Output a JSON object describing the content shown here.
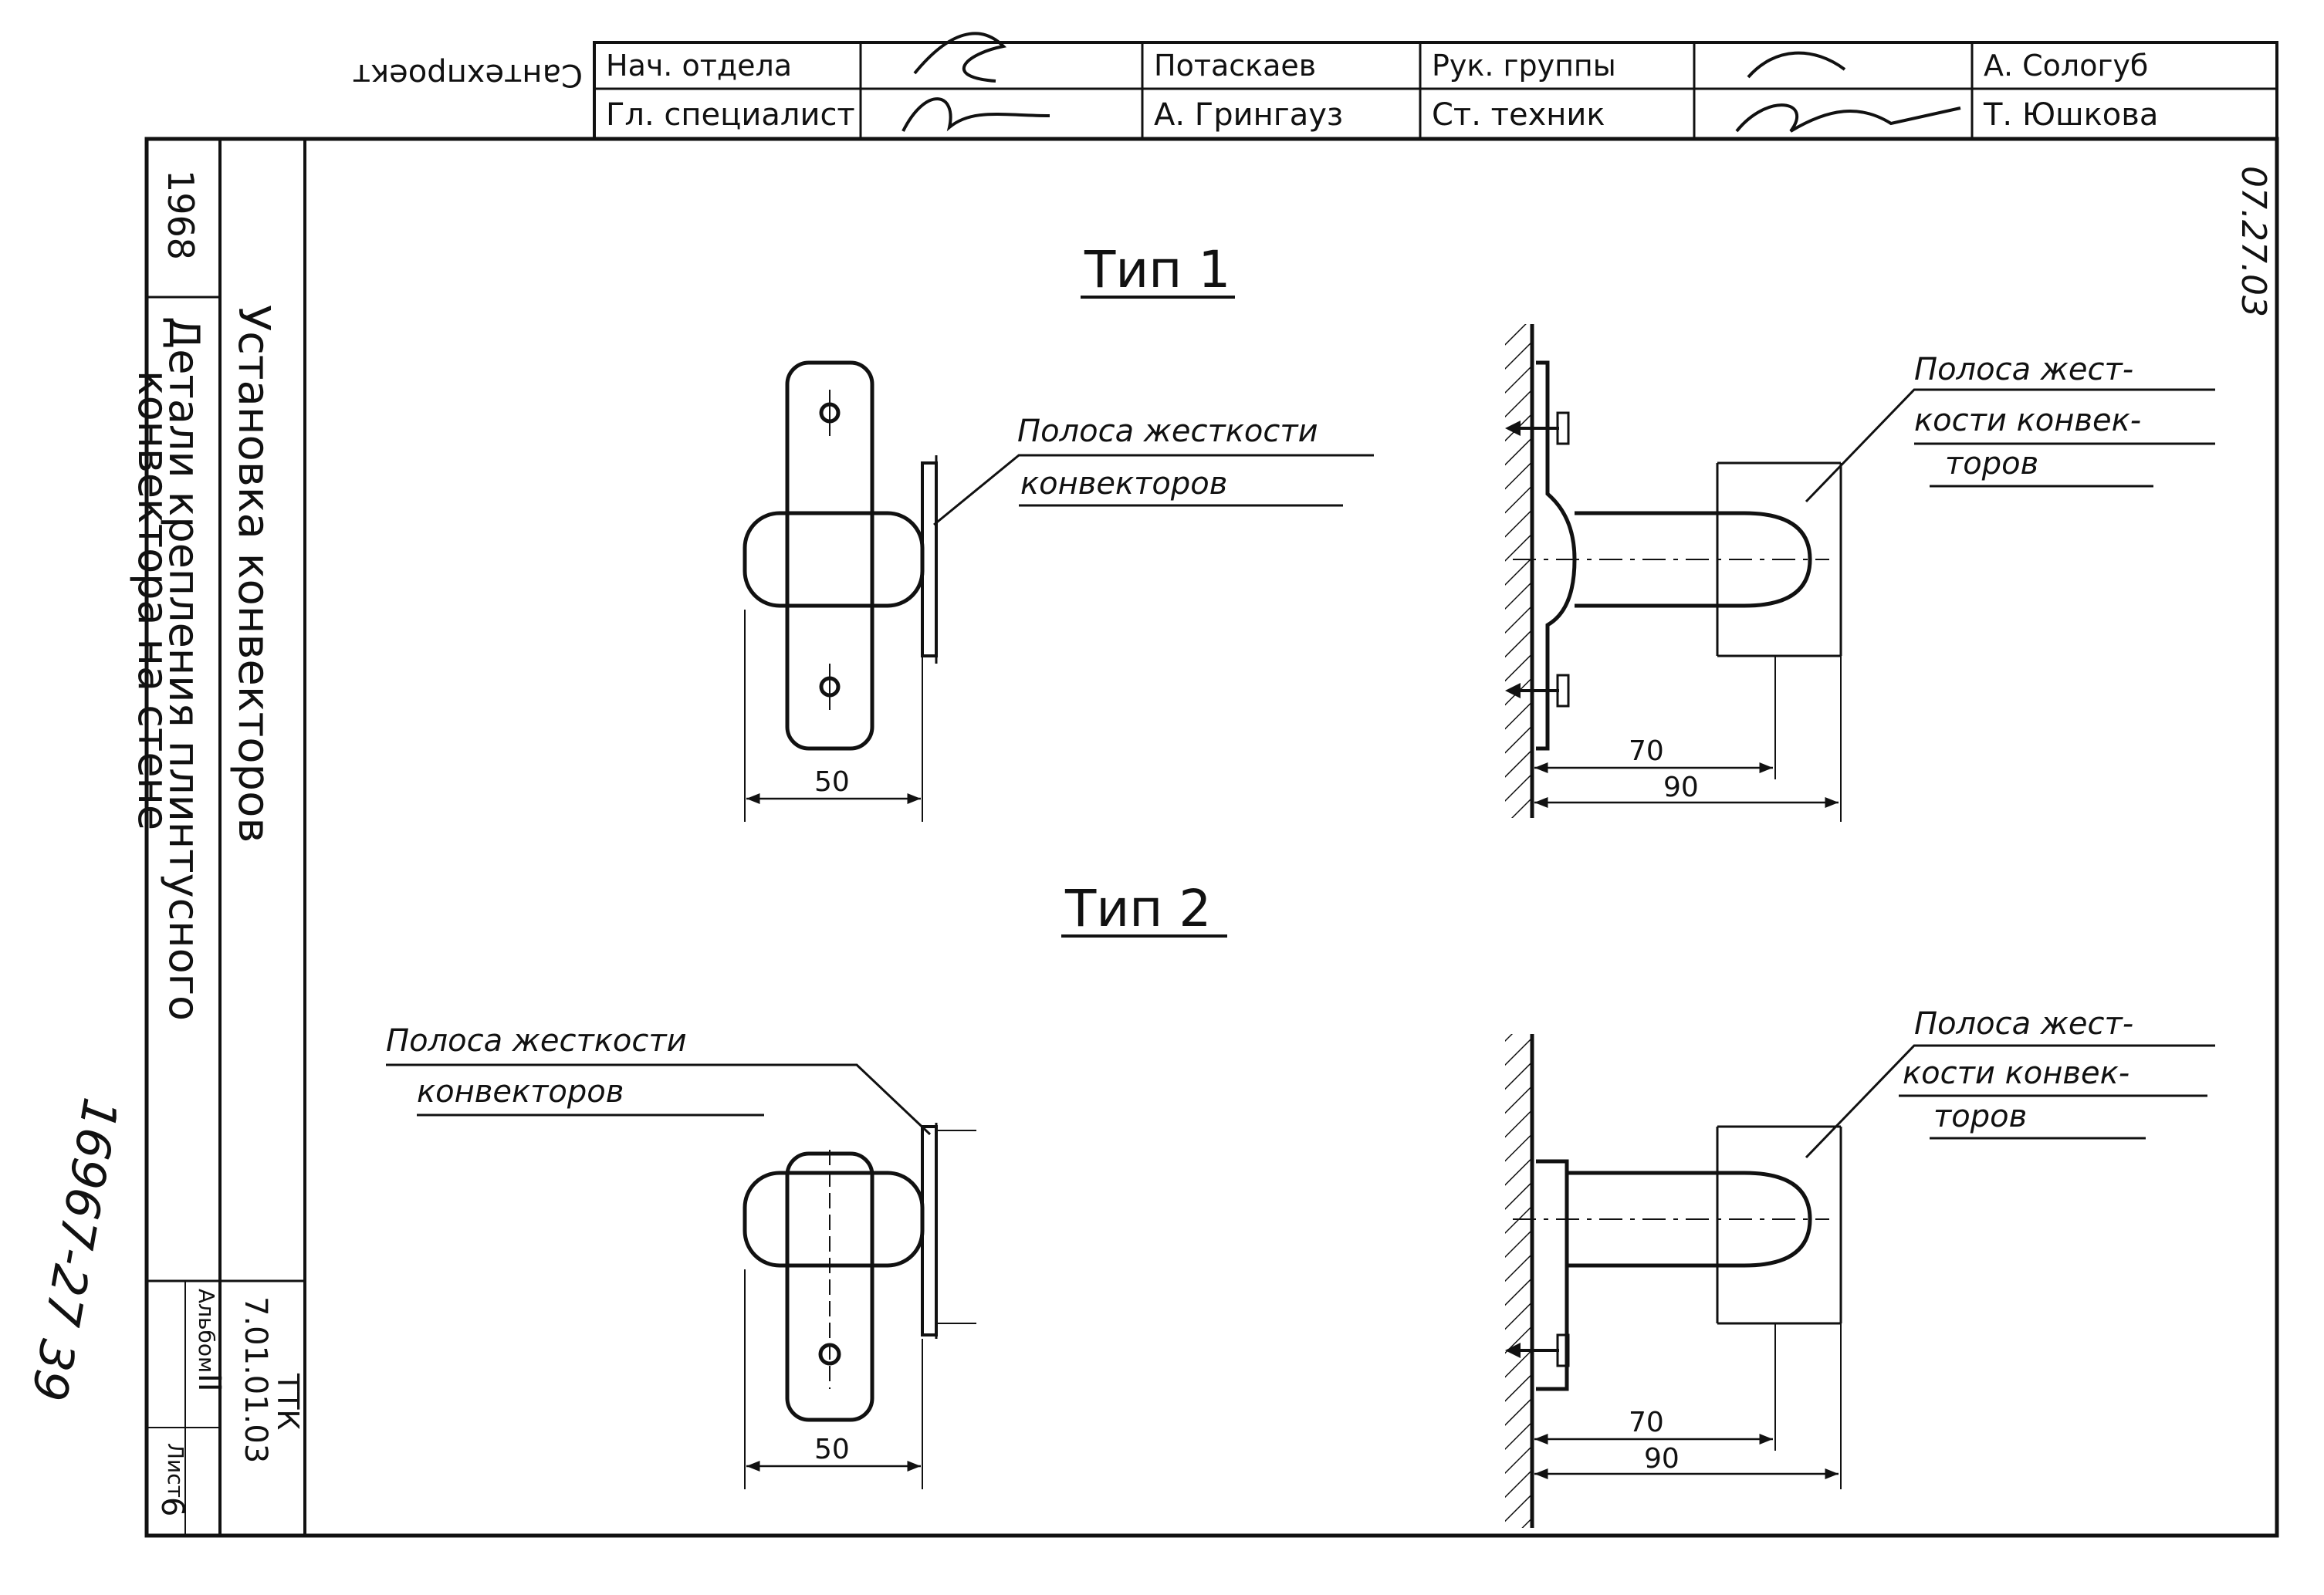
{
  "title_block": {
    "org": "Сантехпроект",
    "row1": {
      "role_a": "Нач. отдела",
      "name_a": "Потаскаев",
      "role_b": "Рук. группы",
      "name_b": "А. Сологуб"
    },
    "row2": {
      "role_a": "Гл. специалист",
      "name_a": "А. Грингауз",
      "role_b": "Ст. техник",
      "name_b": "Т. Юшкова"
    }
  },
  "left_strip": {
    "year": "1968",
    "subject": "Установка конвекторов",
    "sheet_title_line1": "Детали крепления плинтусного",
    "sheet_title_line2": "конвектора на стене",
    "series_label": "ТТК",
    "series_code": "7.01.01.03",
    "album_label": "Альбом",
    "album_value": "II",
    "sheet_label": "Лист",
    "sheet_value": "6"
  },
  "handwritten": {
    "order_number": "16967-27  39",
    "corner_code": "07.27.03"
  },
  "type1": {
    "heading": "Тип 1",
    "front_callout_line1": "Полоса жесткости",
    "front_callout_line2": "конвекторов",
    "side_callout_line1": "Полоса жест-",
    "side_callout_line2": "кости конвек-",
    "side_callout_line3": "торов",
    "dim_front": "50",
    "dim_side_inner": "70",
    "dim_side_outer": "90"
  },
  "type2": {
    "heading": "Тип 2",
    "front_callout_line1": "Полоса жесткости",
    "front_callout_line2": "конвекторов",
    "side_callout_line1": "Полоса жест-",
    "side_callout_line2": "кости конвек-",
    "side_callout_line3": "торов",
    "dim_front": "50",
    "dim_side_inner": "70",
    "dim_side_outer": "90"
  }
}
